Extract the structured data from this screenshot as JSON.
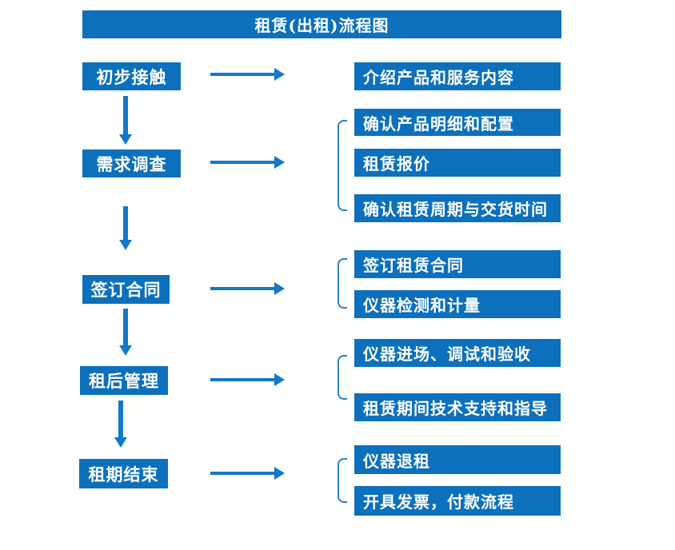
{
  "title": "租赁(出租)流程图",
  "colors": {
    "box_blue": "#0d70bc",
    "arrow_blue": "#1378ca",
    "bracket_blue": "#2e7fc8",
    "text_white": "#ffffff"
  },
  "steps": [
    {
      "label": "初步接触",
      "details": [
        "介绍产品和服务内容"
      ]
    },
    {
      "label": "需求调查",
      "details": [
        "确认产品明细和配置",
        "租赁报价",
        "确认租赁周期与交货时间"
      ]
    },
    {
      "label": "签订合同",
      "details": [
        "签订租赁合同",
        "仪器检测和计量"
      ]
    },
    {
      "label": "租后管理",
      "details": [
        "仪器进场、调试和验收",
        "租赁期间技术支持和指导"
      ]
    },
    {
      "label": "租期结束",
      "details": [
        "仪器退租",
        "开具发票，付款流程"
      ]
    }
  ]
}
